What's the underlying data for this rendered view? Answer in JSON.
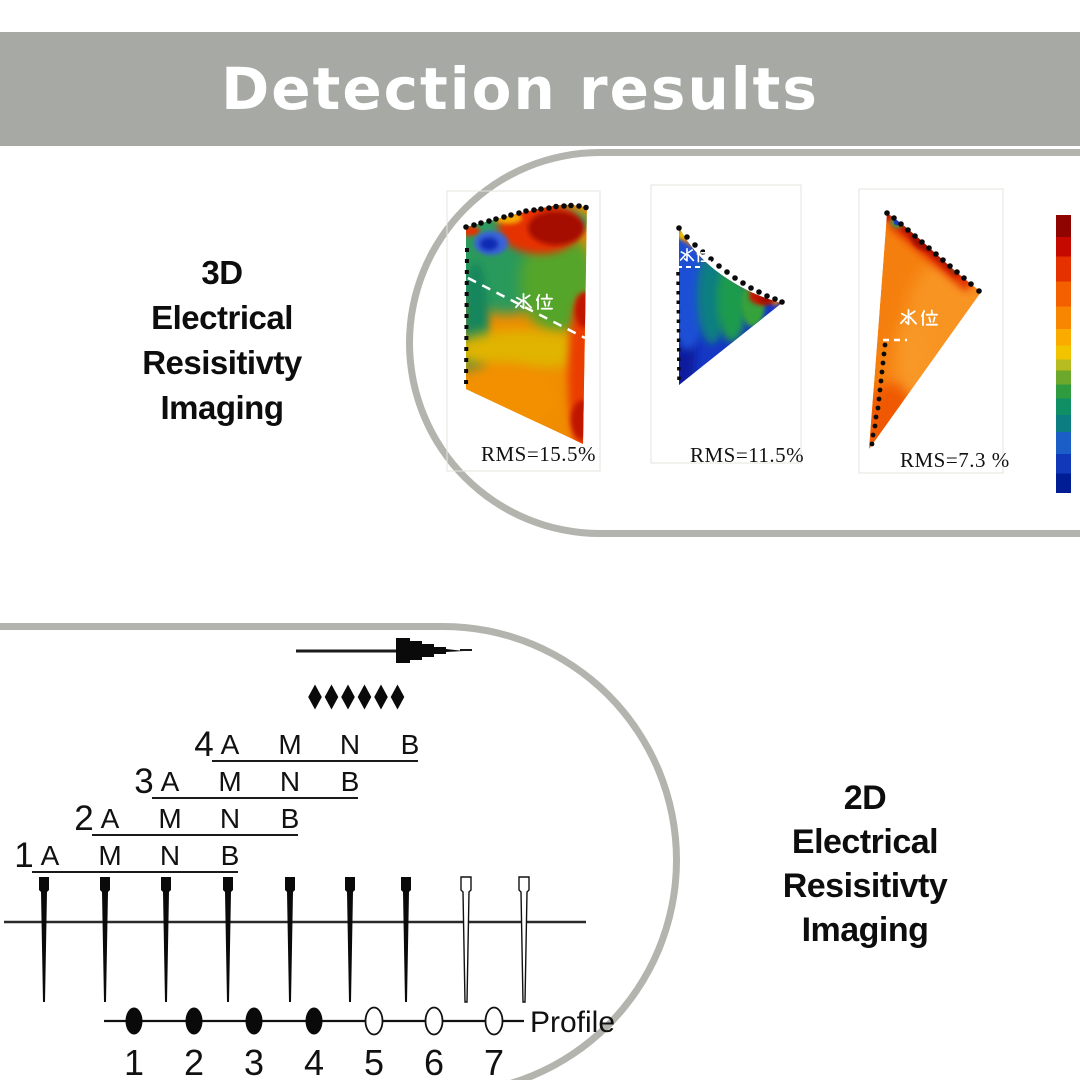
{
  "header": {
    "title": "Detection results",
    "bg_color": "#a7a9a4",
    "text_color": "#ffffff"
  },
  "left_label": {
    "lines": [
      "3D",
      "Electrical",
      "Resisitivty",
      "Imaging"
    ]
  },
  "right_label": {
    "lines": [
      "2D",
      "Electrical",
      "Resisitivty",
      "Imaging"
    ]
  },
  "top_panel": {
    "border_color": "#b2b4ad",
    "plots": [
      {
        "rms": "RMS=15.5%",
        "water_label": "水位"
      },
      {
        "rms": "RMS=11.5%",
        "water_label": "水位"
      },
      {
        "rms": "RMS=7.3 %",
        "water_label": "水位"
      }
    ],
    "colorbar": {
      "stops": [
        [
          "#8f0300",
          0,
          8
        ],
        [
          "#c60900",
          8,
          15
        ],
        [
          "#e53000",
          15,
          24
        ],
        [
          "#f45f00",
          24,
          33
        ],
        [
          "#f98600",
          33,
          41
        ],
        [
          "#fbaa00",
          41,
          47
        ],
        [
          "#f2c400",
          47,
          52
        ],
        [
          "#b7bd20",
          52,
          56
        ],
        [
          "#6ca82c",
          56,
          61
        ],
        [
          "#2f9b3f",
          61,
          66
        ],
        [
          "#0f8f63",
          66,
          72
        ],
        [
          "#0c7d80",
          72,
          78
        ],
        [
          "#1b5ec8",
          78,
          86
        ],
        [
          "#1138b8",
          86,
          93
        ],
        [
          "#001d95",
          93,
          100
        ]
      ]
    }
  },
  "bottom_panel": {
    "border_color": "#b2b4ad",
    "rows": [
      {
        "number": "4",
        "letters": [
          "A",
          "M",
          "N",
          "B"
        ]
      },
      {
        "number": "3",
        "letters": [
          "A",
          "M",
          "N",
          "B"
        ]
      },
      {
        "number": "2",
        "letters": [
          "A",
          "M",
          "N",
          "B"
        ]
      },
      {
        "number": "1",
        "letters": [
          "A",
          "M",
          "N",
          "B"
        ]
      }
    ],
    "profile_label": "Profile",
    "stations": [
      "1",
      "2",
      "3",
      "4",
      "5",
      "6",
      "7"
    ]
  }
}
